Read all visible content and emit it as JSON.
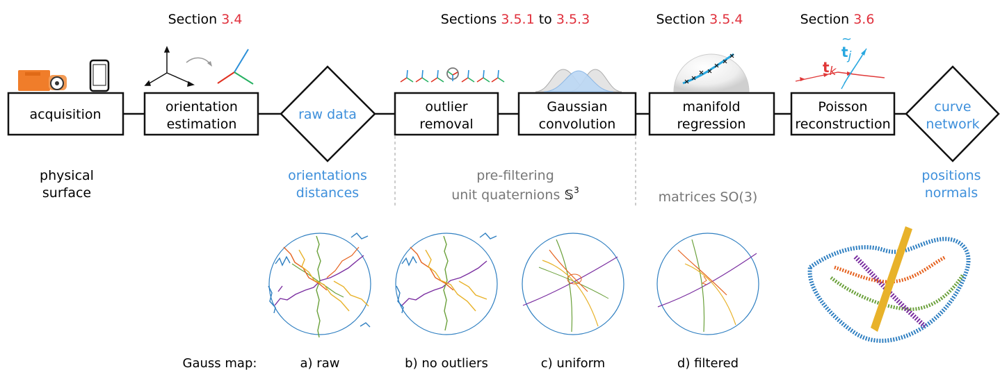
{
  "sections": [
    {
      "prefix": "Section ",
      "ref": "3.4"
    },
    {
      "prefix": "Sections ",
      "ref": "3.5.1",
      "mid": " to ",
      "ref2": "3.5.3"
    },
    {
      "prefix": "Section ",
      "ref": "3.5.4"
    },
    {
      "prefix": "Section ",
      "ref": "3.6"
    }
  ],
  "pipeline": {
    "acquisition": [
      "acquisition"
    ],
    "orientation": [
      "orientation",
      "estimation"
    ],
    "raw_data": [
      "raw data"
    ],
    "outlier": [
      "outlier",
      "removal"
    ],
    "gaussian": [
      "Gaussian",
      "convolution"
    ],
    "manifold": [
      "manifold",
      "regression"
    ],
    "poisson": [
      "Poisson",
      "reconstruction"
    ],
    "curve_network": [
      "curve",
      "network"
    ]
  },
  "annotations": {
    "physical": [
      "physical",
      "surface"
    ],
    "orientations": [
      "orientations",
      "distances"
    ],
    "prefilter": [
      "pre-filtering",
      "unit quaternions"
    ],
    "sphere_symbol": "𝕊",
    "sphere_exp": "3",
    "matrices": "matrices SO(3)",
    "positions": [
      "positions",
      "normals"
    ]
  },
  "poisson_symbols": {
    "t_k": "t",
    "k": "k",
    "t_j": "t",
    "j": "j",
    "tilde": "~"
  },
  "gauss_map": {
    "label": "Gauss map:",
    "captions": [
      "a) raw",
      "b) no outliers",
      "c) uniform",
      "d) filtered"
    ]
  },
  "colors": {
    "section_ref": "#e0303c",
    "blue_text": "#3d8fdb",
    "gray_text": "#777777",
    "sphere_blue": "#2f7fc1",
    "purple": "#7a2ea0",
    "green": "#6aa03a",
    "orange": "#e5621f",
    "yellow": "#e8b22a"
  }
}
